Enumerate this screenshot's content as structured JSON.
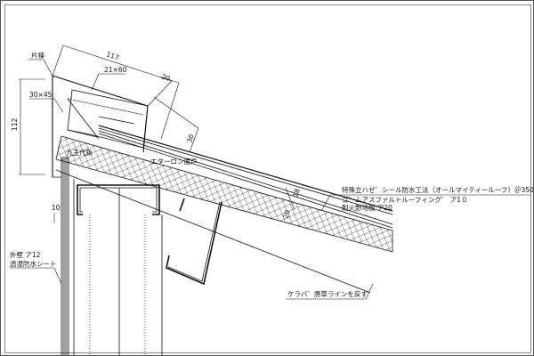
{
  "drawing": {
    "labels": {
      "ridge_member": "片棟",
      "cap_size": "21×60",
      "batten_size": "30×45",
      "nail": "九王代鋲",
      "foam_closure": "エターロン面戸",
      "roof_spec": "特殊立ハゼ゛シール防水工法（オールマイティールーフ）＠350",
      "underlay_spec": "ゴ゛ムアスファルトルーフィング゛ ア1０",
      "sheathing_spec": "耐火野地板 ア20",
      "wall_spec": "外壁 ア12",
      "wall_sheet": "透湿防水シート",
      "verge_note": "ケラバ゛唐草ラインを戻す"
    },
    "dimensions": {
      "slope_length": "117",
      "cap_offset": "20",
      "height": "112",
      "cap_height": "30",
      "roof_thickness": "18",
      "sheathing_thickness": "20",
      "wall_offset": "10"
    }
  }
}
